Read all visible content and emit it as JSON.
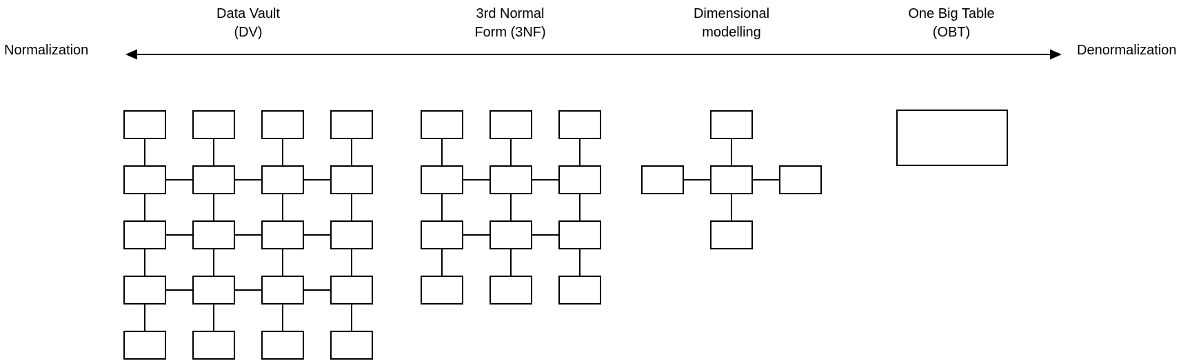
{
  "axis": {
    "left_label": "Normalization",
    "right_label": "Denormalization"
  },
  "approaches": [
    {
      "title_line1": "Data Vault",
      "title_line2": "(DV)",
      "structure": {
        "type": "grid",
        "rows": 5,
        "cols": 4
      }
    },
    {
      "title_line1": "3rd Normal",
      "title_line2": "Form (3NF)",
      "structure": {
        "type": "grid",
        "rows": 4,
        "cols": 3
      }
    },
    {
      "title_line1": "Dimensional",
      "title_line2": "modelling",
      "structure": {
        "type": "star",
        "satellites": 4
      }
    },
    {
      "title_line1": "One Big Table",
      "title_line2": "(OBT)",
      "structure": {
        "type": "single",
        "boxes": 1
      }
    }
  ],
  "colors": {
    "line": "#000000",
    "box_fill": "#ffffff",
    "background": "#ffffff",
    "text": "#000000"
  }
}
